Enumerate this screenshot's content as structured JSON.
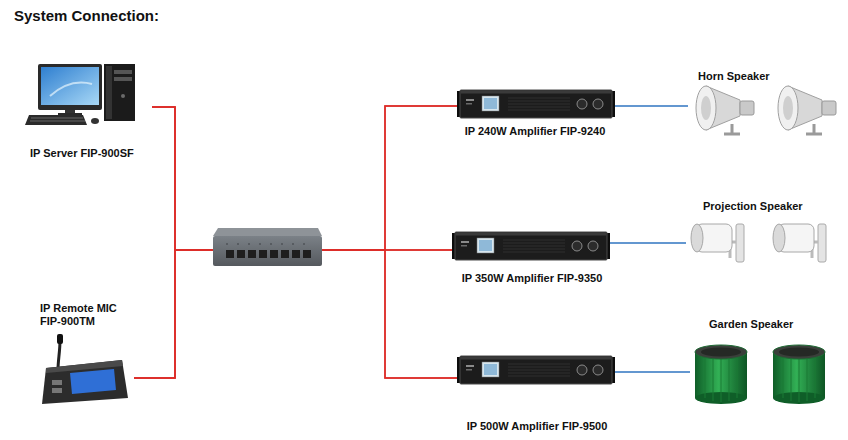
{
  "diagram": {
    "title": "System Connection:",
    "nodes": [
      {
        "text": [
          "IP Server FIP-900SF"
        ]
      },
      {
        "text": [
          "IP Remote MIC FIP-900TM"
        ]
      },
      {
        "text": [
          "IP 240W Amplifier FIP-9240"
        ]
      },
      {
        "text": [
          "IP 350W Amplifier FIP-9350"
        ]
      },
      {
        "text": [
          "IP 500W Amplifier FIP-9500"
        ]
      },
      {
        "text": [
          "Horn Speaker"
        ]
      },
      {
        "text": [
          "Projection Speaker"
        ]
      },
      {
        "text": [
          "Garden Speaker"
        ]
      }
    ],
    "edges": [
      {
        "from": 0,
        "to": 2,
        "arrow": "none"
      },
      {
        "from": 0,
        "to": 3,
        "arrow": "none"
      },
      {
        "from": 0,
        "to": 4,
        "arrow": "none"
      },
      {
        "from": 1,
        "to": 2,
        "arrow": "none"
      },
      {
        "from": 1,
        "to": 3,
        "arrow": "none"
      },
      {
        "from": 1,
        "to": 4,
        "arrow": "none"
      },
      {
        "from": 2,
        "to": 5,
        "arrow": "none"
      },
      {
        "from": 3,
        "to": 6,
        "arrow": "none"
      },
      {
        "from": 4,
        "to": 7,
        "arrow": "none"
      }
    ]
  }
}
